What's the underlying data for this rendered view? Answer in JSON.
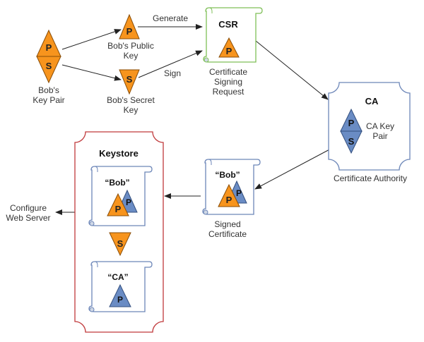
{
  "nodes": {
    "bob_key_pair": {
      "label_line1": "Bob's",
      "label_line2": "Key Pair",
      "top_letter": "P",
      "bottom_letter": "S"
    },
    "bob_public_key": {
      "letter": "P",
      "label_line1": "Bob's Public",
      "label_line2": "Key"
    },
    "bob_secret_key": {
      "letter": "S",
      "label_line1": "Bob's Secret",
      "label_line2": "Key"
    },
    "csr": {
      "title": "CSR",
      "letter": "P",
      "label_line1": "Certificate",
      "label_line2": "Signing",
      "label_line3": "Request"
    },
    "ca": {
      "title": "CA",
      "top_letter": "P",
      "bottom_letter": "S",
      "keypair_line1": "CA Key",
      "keypair_line2": "Pair",
      "caption": "Certificate Authority"
    },
    "signed_certificate": {
      "title": "“Bob”",
      "front_letter": "P",
      "back_letter": "P",
      "label_line1": "Signed",
      "label_line2": "Certificate"
    },
    "keystore": {
      "title": "Keystore",
      "bob_cert_title": "“Bob”",
      "bob_cert_front_letter": "P",
      "bob_cert_back_letter": "P",
      "secret_letter": "S",
      "ca_cert_title": "“CA”",
      "ca_cert_letter": "P"
    },
    "configure": {
      "label_line1": "Configure",
      "label_line2": "Web Server"
    }
  },
  "edges": {
    "generate": "Generate",
    "sign": "Sign"
  },
  "colors": {
    "orange": "#f7941d",
    "blue": "#6a8cc4",
    "scroll_blue": "#6c86b8",
    "scroll_green": "#7fbf58",
    "keystore_red": "#c0393b",
    "ca_blue": "#6c86b8",
    "arrow": "#222222"
  }
}
